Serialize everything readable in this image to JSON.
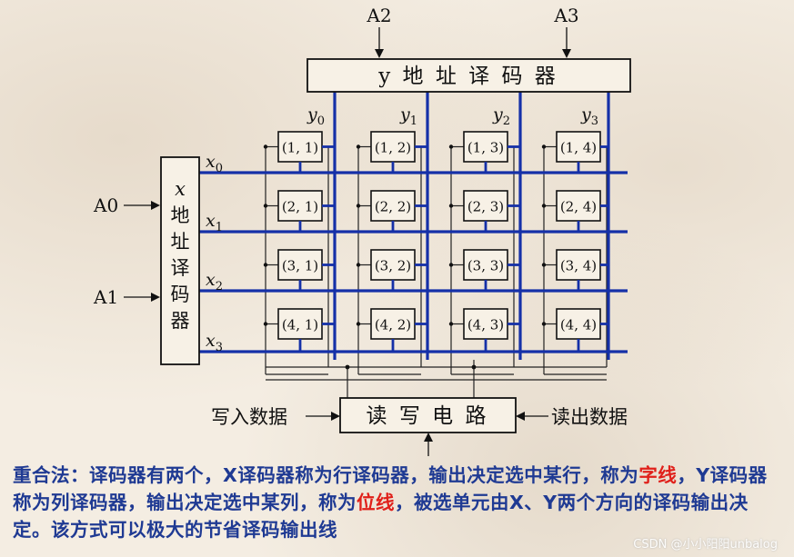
{
  "x_decoder": {
    "label_lines": [
      "x",
      "地",
      "址",
      "译",
      "码",
      "器"
    ],
    "inputs": [
      "A0",
      "A1"
    ],
    "outputs": [
      "x0",
      "x1",
      "x2",
      "x3"
    ]
  },
  "y_decoder": {
    "label": "y 地 址 译 码 器",
    "inputs": [
      "A2",
      "A3"
    ],
    "outputs": [
      "y0",
      "y1",
      "y2",
      "y3"
    ]
  },
  "cells": [
    [
      "(1, 1)",
      "(1, 2)",
      "(1, 3)",
      "(1, 4)"
    ],
    [
      "(2, 1)",
      "(2, 2)",
      "(2, 3)",
      "(2, 4)"
    ],
    [
      "(3, 1)",
      "(3, 2)",
      "(3, 3)",
      "(3, 4)"
    ],
    [
      "(4, 1)",
      "(4, 2)",
      "(4, 3)",
      "(4, 4)"
    ]
  ],
  "rw_circuit": {
    "label": "读 写 电 路",
    "input_label": "写入数据",
    "output_label": "读出数据"
  },
  "caption": {
    "part1": "重合法：译码器有两个，X译码器称为行译码器，输出决定选中某行，称为",
    "word_line": "字线",
    "part2": "，Y译码器称为列译码器，输出决定选中某列，称为",
    "bit_line": "位线",
    "part3": "，被选单元由X、Y两个方向的译码输出决定。该方式可以极大的节省译码输出线"
  },
  "colors": {
    "wire_blue": "#1530a8",
    "caption_blue": "#1f3a93",
    "highlight_red": "#e0201a"
  },
  "watermark": "CSDN @小小阳阳unbalog"
}
